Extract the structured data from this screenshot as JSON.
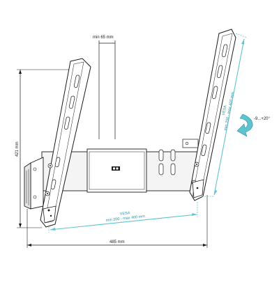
{
  "dimensions": {
    "depth_label": "min 65 mm",
    "height_label": "421 mm",
    "width_label": "485 mm",
    "vesa_horizontal_title": "VESA",
    "vesa_horizontal_range": "min 200 - max 400 mm",
    "vesa_vertical_title": "VESA",
    "vesa_vertical_range": "min 200 - max 400 mm",
    "tilt_label": "-9...+20°"
  },
  "colors": {
    "line": "#1a1a1a",
    "accent": "#5ec3cf",
    "bracket_fill": "#ffffff",
    "plate_fill": "#f4f4f4"
  }
}
